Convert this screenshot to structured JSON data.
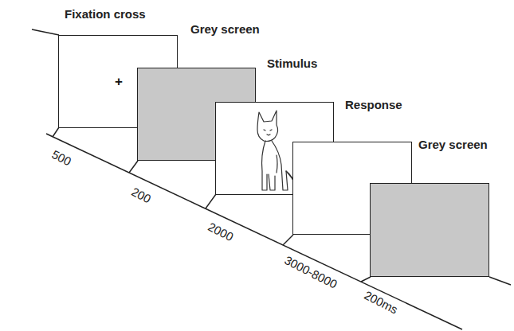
{
  "diagram": {
    "nodes": [
      {
        "text": [
          "Fixation cross",
          "+"
        ]
      },
      {
        "text": [
          "Grey screen"
        ]
      },
      {
        "text": [
          "Stimulus"
        ]
      },
      {
        "text": [
          "Response"
        ]
      },
      {
        "text": [
          "Grey screen"
        ]
      }
    ],
    "labels": [
      "500",
      "200",
      "2000",
      "3000-8000",
      "200ms"
    ]
  }
}
